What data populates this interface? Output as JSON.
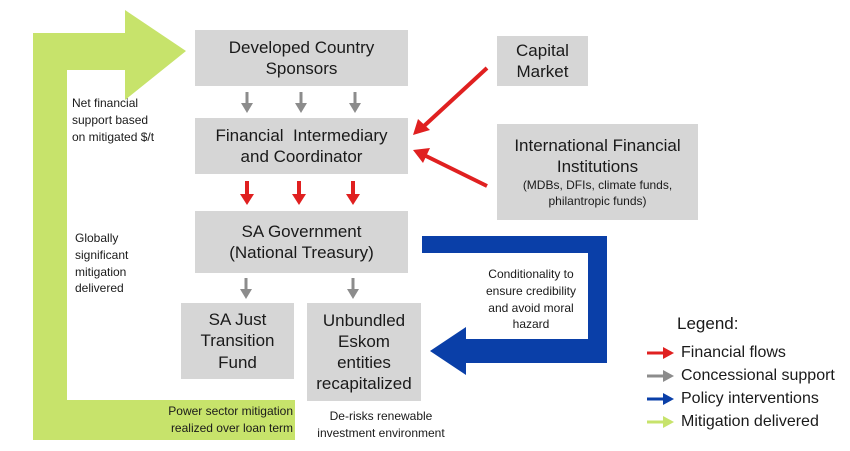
{
  "boxes": {
    "sponsors": [
      "Developed Country",
      "Sponsors"
    ],
    "capital_market": [
      "Capital",
      "Market"
    ],
    "intermediary": [
      "Financial  Intermediary",
      "and Coordinator"
    ],
    "ifi": {
      "title": [
        "International Financial",
        "Institutions"
      ],
      "sub": [
        "(MDBs, DFIs, climate funds,",
        "philantropic funds)"
      ]
    },
    "government": [
      "SA Government",
      "(National Treasury)"
    ],
    "transition_fund": [
      "SA Just",
      "Transition",
      "Fund"
    ],
    "eskom": [
      "Unbundled",
      "Eskom",
      "entities",
      "recapitalized"
    ]
  },
  "notes": {
    "net_financial": [
      "Net financial",
      "support based",
      "on mitigated $/t"
    ],
    "globally": [
      "Globally",
      "significant",
      "mitigation",
      "delivered"
    ],
    "conditionality": [
      "Conditionality to",
      "ensure credibility",
      "and avoid moral",
      "hazard"
    ],
    "power_sector": [
      "Power sector mitigation",
      "realized over loan term"
    ],
    "derisks": [
      "De-risks renewable",
      "investment environment"
    ]
  },
  "legend": {
    "title": "Legend:",
    "items": [
      {
        "label": "Financial flows",
        "color": "#e02020"
      },
      {
        "label": "Concessional support",
        "color": "#8c8c8c"
      },
      {
        "label": "Policy interventions",
        "color": "#0a3fa8"
      },
      {
        "label": "Mitigation delivered",
        "color": "#c7e36b"
      }
    ]
  },
  "colors": {
    "box": "#d6d6d6",
    "financial": "#e02020",
    "concessional": "#8c8c8c",
    "policy": "#0a3fa8",
    "mitigation": "#c7e36b"
  }
}
